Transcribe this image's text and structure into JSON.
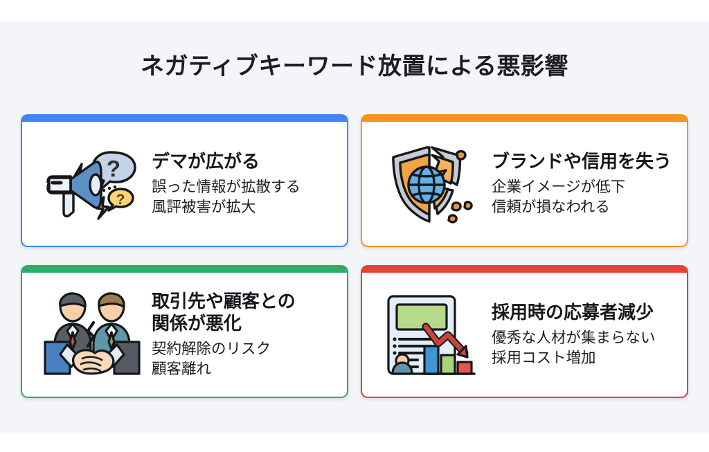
{
  "page": {
    "background_color": "#f3f5f8",
    "outer_color": "#ffffff",
    "title": "ネガティブキーワード放置による悪影響"
  },
  "cards": [
    {
      "id": "demagogy",
      "accent_color": "#4285f4",
      "icon": "megaphone-rumor-icon",
      "heading": "デマが広がる",
      "sub_line1": "誤った情報が拡散する",
      "sub_line2": "風評被害が拡大"
    },
    {
      "id": "brand-trust",
      "accent_color": "#f5941f",
      "icon": "broken-shield-globe-icon",
      "heading": "ブランドや信用を失う",
      "sub_line1": "企業イメージが低下",
      "sub_line2": "信頼が損なわれる"
    },
    {
      "id": "client-relations",
      "accent_color": "#30ab68",
      "icon": "handshake-conflict-icon",
      "heading": "取引先や顧客との\n関係が悪化",
      "sub_line1": "契約解除のリスク",
      "sub_line2": "顧客離れ"
    },
    {
      "id": "recruiting",
      "accent_color": "#e5413c",
      "icon": "job-posting-decline-icon",
      "heading": "採用時の応募者減少",
      "sub_line1": "優秀な人材が集まらない",
      "sub_line2": "採用コスト増加"
    }
  ]
}
